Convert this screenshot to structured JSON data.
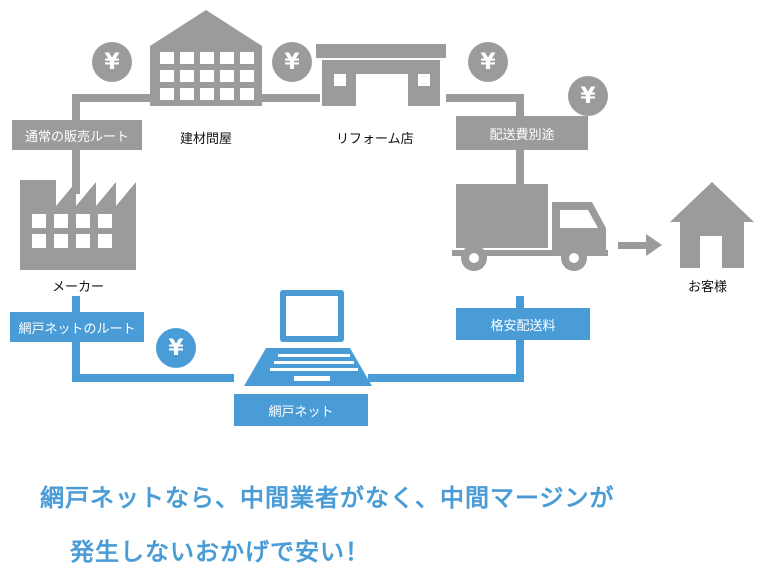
{
  "colors": {
    "gray": "#9b9b9b",
    "blue": "#4a9cd6",
    "text": "#111111"
  },
  "icons": [
    "yen-coin-icon",
    "warehouse-icon",
    "shop-icon",
    "factory-icon",
    "truck-icon",
    "arrow-right-icon",
    "house-icon",
    "laptop-icon"
  ],
  "diagram": {
    "normal_route_label": "通常の販売ルート",
    "wholesaler_label": "建材問屋",
    "reform_shop_label": "リフォーム店",
    "separate_shipping_label": "配送費別途",
    "maker_label": "メーカー",
    "customer_label": "お客様",
    "amido_route_label": "網戸ネットのルート",
    "cheap_shipping_label": "格安配送料",
    "amido_net_label": "網戸ネット",
    "yen_symbol": "¥"
  },
  "headline": {
    "line1": "網戸ネットなら、中間業者がなく、中間マージンが",
    "line2": "発生しないおかげで安い！"
  }
}
